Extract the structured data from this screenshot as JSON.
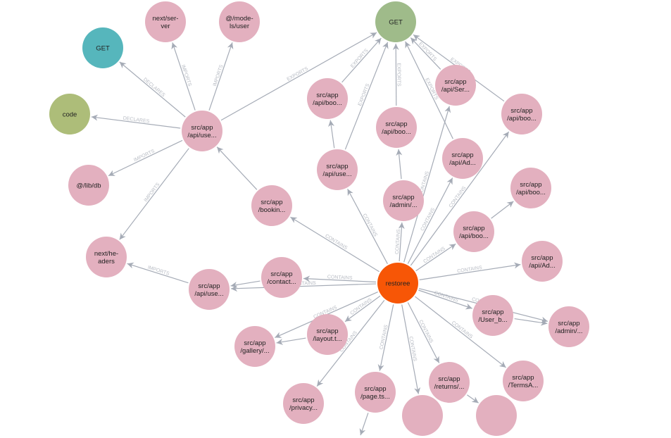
{
  "colors": {
    "file": "#e3b0bf",
    "root": "#f75606",
    "get_declared": "#56b6bc",
    "get_exported": "#9fbb8a",
    "code": "#adbd79",
    "edge": "#a5abb6"
  },
  "nodes": [
    {
      "id": "n_nextserver",
      "lines": [
        "next/ser-",
        "ver"
      ],
      "kind": "file"
    },
    {
      "id": "n_models",
      "lines": [
        "@/mode-",
        "ls/user"
      ],
      "kind": "file"
    },
    {
      "id": "n_get1",
      "lines": [
        "GET"
      ],
      "kind": "get_declared"
    },
    {
      "id": "n_code",
      "lines": [
        "code"
      ],
      "kind": "code"
    },
    {
      "id": "n_libdb",
      "lines": [
        "@/lib/db"
      ],
      "kind": "file"
    },
    {
      "id": "n_headers",
      "lines": [
        "next/he-",
        "aders"
      ],
      "kind": "file"
    },
    {
      "id": "n_apiuse1",
      "lines": [
        "src/app",
        "/api/use..."
      ],
      "kind": "file"
    },
    {
      "id": "n_get2",
      "lines": [
        "GET"
      ],
      "kind": "get_exported"
    },
    {
      "id": "n_boo1",
      "lines": [
        "src/app",
        "/api/boo..."
      ],
      "kind": "file"
    },
    {
      "id": "n_boo2",
      "lines": [
        "src/app",
        "/api/boo..."
      ],
      "kind": "file"
    },
    {
      "id": "n_ser",
      "lines": [
        "src/app",
        "/api/Ser..."
      ],
      "kind": "file"
    },
    {
      "id": "n_boo3",
      "lines": [
        "src/app",
        "/api/boo..."
      ],
      "kind": "file"
    },
    {
      "id": "n_apiuse2",
      "lines": [
        "src/app",
        "/api/use..."
      ],
      "kind": "file"
    },
    {
      "id": "n_admin1",
      "lines": [
        "src/app",
        "/admin/..."
      ],
      "kind": "file"
    },
    {
      "id": "n_ad1",
      "lines": [
        "src/app",
        "/api/Ad..."
      ],
      "kind": "file"
    },
    {
      "id": "n_boo4",
      "lines": [
        "src/app",
        "/api/boo..."
      ],
      "kind": "file"
    },
    {
      "id": "n_bookin",
      "lines": [
        "src/app",
        "/bookin..."
      ],
      "kind": "file"
    },
    {
      "id": "n_boo5",
      "lines": [
        "src/app",
        "/api/boo..."
      ],
      "kind": "file"
    },
    {
      "id": "n_ad2",
      "lines": [
        "src/app",
        "/api/Ad..."
      ],
      "kind": "file"
    },
    {
      "id": "n_root",
      "lines": [
        "restoree"
      ],
      "kind": "root"
    },
    {
      "id": "n_contact",
      "lines": [
        "src/app",
        "/contact..."
      ],
      "kind": "file"
    },
    {
      "id": "n_apiuse3",
      "lines": [
        "src/app",
        "/api/use..."
      ],
      "kind": "file"
    },
    {
      "id": "n_userb",
      "lines": [
        "src/app",
        "/User_b..."
      ],
      "kind": "file"
    },
    {
      "id": "n_admin2",
      "lines": [
        "src/app",
        "/admin/..."
      ],
      "kind": "file"
    },
    {
      "id": "n_gallery",
      "lines": [
        "src/app",
        "/gallery/..."
      ],
      "kind": "file"
    },
    {
      "id": "n_layout",
      "lines": [
        "src/app",
        "/layout.t..."
      ],
      "kind": "file"
    },
    {
      "id": "n_privacy",
      "lines": [
        "src/app",
        "/privacy..."
      ],
      "kind": "file"
    },
    {
      "id": "n_page",
      "lines": [
        "src/app",
        "/page.ts..."
      ],
      "kind": "file"
    },
    {
      "id": "n_returns",
      "lines": [
        "src/app",
        "/returns/..."
      ],
      "kind": "file"
    },
    {
      "id": "n_terms",
      "lines": [
        "src/app",
        "/TermsA..."
      ],
      "kind": "file"
    },
    {
      "id": "n_p1",
      "lines": [],
      "kind": "file"
    },
    {
      "id": "n_p2",
      "lines": [],
      "kind": "file"
    }
  ],
  "edges": [
    {
      "from": "n_apiuse1",
      "to": "n_nextserver",
      "label": "IMPORTS"
    },
    {
      "from": "n_apiuse1",
      "to": "n_models",
      "label": "IMPORTS"
    },
    {
      "from": "n_apiuse1",
      "to": "n_get1",
      "label": "DECLARES"
    },
    {
      "from": "n_apiuse1",
      "to": "n_code",
      "label": "DECLARES"
    },
    {
      "from": "n_apiuse1",
      "to": "n_libdb",
      "label": "IMPORTS"
    },
    {
      "from": "n_apiuse1",
      "to": "n_headers",
      "label": "IMPORTS"
    },
    {
      "from": "n_apiuse1",
      "to": "n_get2",
      "label": "EXPORTS"
    },
    {
      "from": "n_boo1",
      "to": "n_get2",
      "label": "EXPORTS"
    },
    {
      "from": "n_apiuse2",
      "to": "n_get2",
      "label": "EXPORTS"
    },
    {
      "from": "n_boo2",
      "to": "n_get2",
      "label": "EXPORTS"
    },
    {
      "from": "n_ad1",
      "to": "n_get2",
      "label": "EXPORTS"
    },
    {
      "from": "n_ser",
      "to": "n_get2",
      "label": "EXPORTS"
    },
    {
      "from": "n_boo3",
      "to": "n_get2",
      "label": "EXPORTS"
    },
    {
      "from": "n_apiuse2",
      "to": "n_boo1",
      "label": ""
    },
    {
      "from": "n_admin1",
      "to": "n_boo2",
      "label": ""
    },
    {
      "from": "n_bookin",
      "to": "n_apiuse1",
      "label": ""
    },
    {
      "from": "n_apiuse3",
      "to": "n_headers",
      "label": "IMPORTS"
    },
    {
      "from": "n_contact",
      "to": "n_apiuse3",
      "label": ""
    },
    {
      "from": "n_boo5",
      "to": "n_boo4",
      "label": ""
    },
    {
      "from": "n_userb",
      "to": "n_admin2",
      "label": ""
    },
    {
      "from": "n_layout",
      "to": "n_gallery",
      "label": ""
    },
    {
      "from": "n_returns",
      "to": "n_p2",
      "label": ""
    },
    {
      "from": "n_page",
      "to": "n_pdown",
      "label": ""
    },
    {
      "from": "n_root",
      "to": "n_bookin",
      "label": "CONTAINS"
    },
    {
      "from": "n_root",
      "to": "n_apiuse2",
      "label": "CONTAINS"
    },
    {
      "from": "n_root",
      "to": "n_admin1",
      "label": "CONTAINS"
    },
    {
      "from": "n_root",
      "to": "n_ser",
      "label": "CONTAINS"
    },
    {
      "from": "n_root",
      "to": "n_ad1",
      "label": "CONTAINS"
    },
    {
      "from": "n_root",
      "to": "n_boo3",
      "label": "CONTAINS"
    },
    {
      "from": "n_root",
      "to": "n_boo5",
      "label": "CONTAINS"
    },
    {
      "from": "n_root",
      "to": "n_ad2",
      "label": "CONTAINS"
    },
    {
      "from": "n_root",
      "to": "n_contact",
      "label": "CONTAINS"
    },
    {
      "from": "n_root",
      "to": "n_apiuse3",
      "label": "CONTAINS"
    },
    {
      "from": "n_root",
      "to": "n_userb",
      "label": "CONTAINS"
    },
    {
      "from": "n_root",
      "to": "n_admin2",
      "label": "CONTAINS"
    },
    {
      "from": "n_root",
      "to": "n_layout",
      "label": "CONTAINS"
    },
    {
      "from": "n_root",
      "to": "n_gallery",
      "label": "CONTAINS"
    },
    {
      "from": "n_root",
      "to": "n_privacy",
      "label": "CONTAINS"
    },
    {
      "from": "n_root",
      "to": "n_page",
      "label": "CONTAINS"
    },
    {
      "from": "n_root",
      "to": "n_p1",
      "label": "CONTAINS"
    },
    {
      "from": "n_root",
      "to": "n_returns",
      "label": "CONTAINS"
    },
    {
      "from": "n_root",
      "to": "n_terms",
      "label": "CONTAINS"
    }
  ]
}
